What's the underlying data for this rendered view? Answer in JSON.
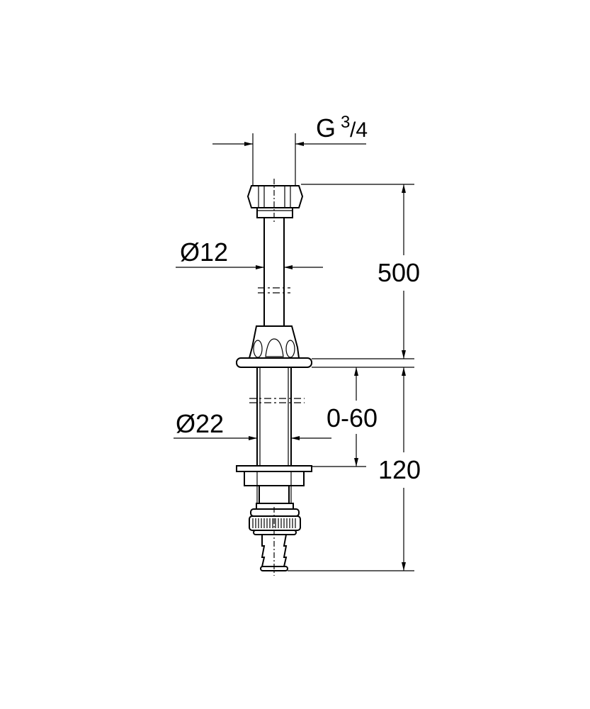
{
  "drawing": {
    "thread_label": {
      "main": "G",
      "sup": "3",
      "sub": "/4"
    },
    "pipe_diameter": "Ø12",
    "sleeve_diameter": "Ø22",
    "length_upper": "500",
    "adjust_range": "0-60",
    "length_lower": "120"
  }
}
